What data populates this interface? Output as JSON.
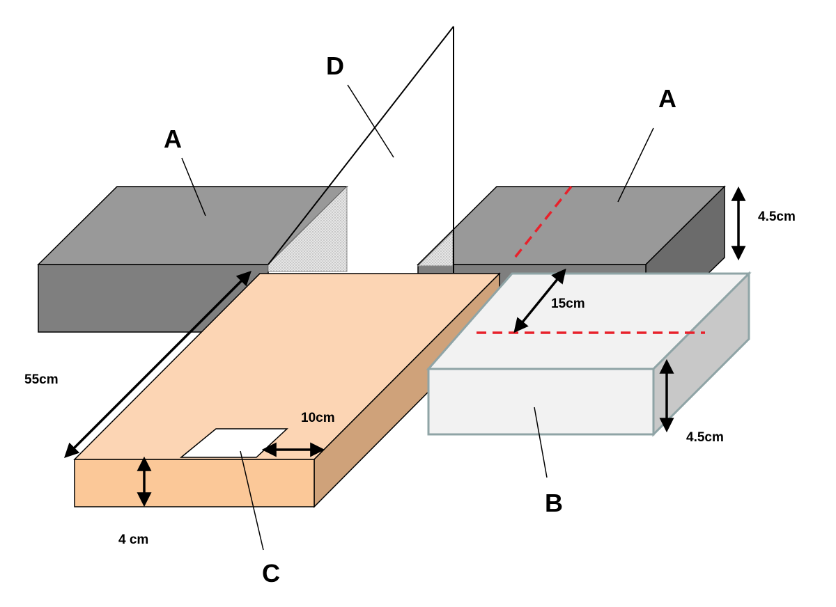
{
  "labels": {
    "block_left": "A",
    "block_right": "A",
    "block_b": "B",
    "window_c": "C",
    "panel_d": "D"
  },
  "dimensions": {
    "height_a": "4.5cm",
    "length_board": "55cm",
    "offset_b": "15cm",
    "window_offset": "10cm",
    "height_b": "4.5cm",
    "height_board": "4 cm"
  },
  "colors": {
    "block_a_top": "#999999",
    "block_a_front": "#7f7f7f",
    "block_a_side": "#6b6b6b",
    "board_top": "#fcd5b4",
    "board_front": "#fbc898",
    "board_side": "#cfa27a",
    "block_b_top": "#f2f2f2",
    "block_b_side": "#c8c8c8",
    "block_b_stroke": "#8fa4a6",
    "dashed_line": "#e8212b"
  }
}
